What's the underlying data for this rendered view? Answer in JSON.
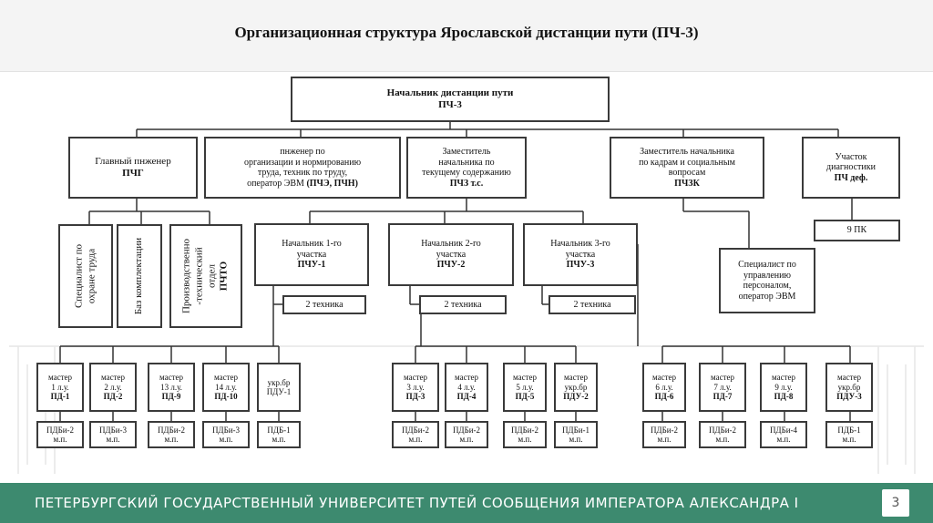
{
  "title": "Организационная структура Ярославской дистанции пути (ПЧ-3)",
  "footer": {
    "university": "ПЕТЕРБУРГСКИЙ ГОСУДАРСТВЕННЫЙ УНИВЕРСИТЕТ ПУТЕЙ СООБЩЕНИЯ ИМПЕРАТОРА АЛЕКСАНДРА I",
    "page_number": "3"
  },
  "org": {
    "head": {
      "l1": "Начальник дистанции пути",
      "l2": "ПЧ-3"
    },
    "chief_engineer": {
      "l1": "Главный пнженер",
      "l2": "ПЧГ"
    },
    "labor_engineer": {
      "l1": "пнженер по",
      "l2": "организации и нормированию",
      "l3": "труда, техник по труду,",
      "l4": "оператор ЭВМ",
      "l5": "(ПЧЭ, ПЧН)"
    },
    "deputy_maint": {
      "l1": "Заместитель",
      "l2": "начальника по",
      "l3": "текущему содержанию",
      "l4": "ПЧЗ т.с."
    },
    "deputy_hr": {
      "l1": "Заместитель начальника",
      "l2": "по кадрам и социальным",
      "l3": "вопросам",
      "l4": "ПЧЗК"
    },
    "diag": {
      "l1": "Участок",
      "l2": "диагностики",
      "l3": "ПЧ деф."
    },
    "diag_sub": "9 ПК",
    "hr_specialist": {
      "l1": "Специалист по",
      "l2": "управлению",
      "l3": "персоналом,",
      "l4": "оператор ЭВМ"
    },
    "safety": {
      "l1": "Специалист по",
      "l2": "охране труда"
    },
    "supply": "Баз комплектации",
    "pto": {
      "l1": "Производственно",
      "l2": "-технический",
      "l3": "отдел",
      "l4": "ПЧТО"
    },
    "sections": [
      {
        "l1": "Начальник  1-го",
        "l2": "участка",
        "l3": "ПЧУ-1",
        "tech": "2 техника"
      },
      {
        "l1": "Начальник 2-го",
        "l2": "участка",
        "l3": "ПЧУ-2",
        "tech": "2 техника"
      },
      {
        "l1": "Начальник 3-го",
        "l2": "участка",
        "l3": "ПЧУ-3",
        "tech": "2 техника"
      }
    ],
    "masters": [
      {
        "l1": "мастер",
        "l2": "1 л.у.",
        "l3": "ПД-1",
        "sub1": "ПДБи-2",
        "sub2": "м.п."
      },
      {
        "l1": "мастер",
        "l2": "2 л.у.",
        "l3": "ПД-2",
        "sub1": "ПДБи-3",
        "sub2": "м.п."
      },
      {
        "l1": "мастер",
        "l2": "13 л.у.",
        "l3": "ПД-9",
        "sub1": "ПДБи-2",
        "sub2": "м.п."
      },
      {
        "l1": "мастер",
        "l2": "14 л.у.",
        "l3": "ПД-10",
        "sub1": "ПДБи-3",
        "sub2": "м.п."
      },
      {
        "l1": "укр.бр",
        "l2": "ПДУ-1",
        "l3": "",
        "sub1": "ПДБ-1",
        "sub2": "м.п."
      },
      {
        "l1": "мастер",
        "l2": "3 л.у.",
        "l3": "ПД-3",
        "sub1": "ПДБи-2",
        "sub2": "м.п."
      },
      {
        "l1": "мастер",
        "l2": "4 л.у.",
        "l3": "ПД-4",
        "sub1": "ПДБи-2",
        "sub2": "м.п."
      },
      {
        "l1": "мастер",
        "l2": "5 л.у.",
        "l3": "ПД-5",
        "sub1": "ПДБи-2",
        "sub2": "м.п."
      },
      {
        "l1": "мастер",
        "l2": "укр.бр",
        "l3": "ПДУ-2",
        "sub1": "ПДБи-1",
        "sub2": "м.п."
      },
      {
        "l1": "мастер",
        "l2": "6 л.у.",
        "l3": "ПД-6",
        "sub1": "ПДБи-2",
        "sub2": "м.п."
      },
      {
        "l1": "мастер",
        "l2": "7 л.у.",
        "l3": "ПД-7",
        "sub1": "ПДБи-2",
        "sub2": "м.п."
      },
      {
        "l1": "мастер",
        "l2": "9 л.у.",
        "l3": "ПД-8",
        "sub1": "ПДБи-4",
        "sub2": "м.п."
      },
      {
        "l1": "мастер",
        "l2": "укр.бр",
        "l3": "ПДУ-3",
        "sub1": "ПДБ-1",
        "sub2": "м.п."
      }
    ]
  }
}
